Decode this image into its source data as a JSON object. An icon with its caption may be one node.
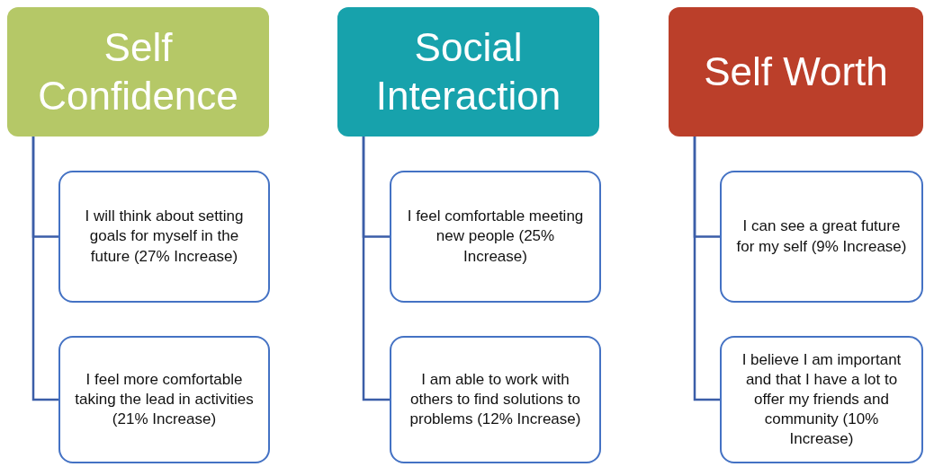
{
  "diagram": {
    "nodes": [
      {
        "text": [
          "Self Confidence"
        ]
      },
      {
        "text": [
          "I will think about setting goals for myself in the future (27% Increase)"
        ]
      },
      {
        "text": [
          "I feel more comfortable taking the lead in activities (21% Increase)"
        ]
      },
      {
        "text": [
          "Social Interaction"
        ]
      },
      {
        "text": [
          "I feel comfortable meeting new people (25% Increase)"
        ]
      },
      {
        "text": [
          "I am able to work with others to find solutions to problems (12% Increase)"
        ]
      },
      {
        "text": [
          "Self Worth"
        ]
      },
      {
        "text": [
          "I can see a great future for my self (9% Increase)"
        ]
      },
      {
        "text": [
          "I believe I am important and that I have a lot to offer my friends and community (10% Increase)"
        ]
      }
    ],
    "edges": [
      {
        "from": 0,
        "to": 1,
        "arrow": "none"
      },
      {
        "from": 0,
        "to": 2,
        "arrow": "none"
      },
      {
        "from": 3,
        "to": 4,
        "arrow": "none"
      },
      {
        "from": 3,
        "to": 5,
        "arrow": "none"
      },
      {
        "from": 6,
        "to": 7,
        "arrow": "none"
      },
      {
        "from": 6,
        "to": 8,
        "arrow": "none"
      }
    ]
  }
}
